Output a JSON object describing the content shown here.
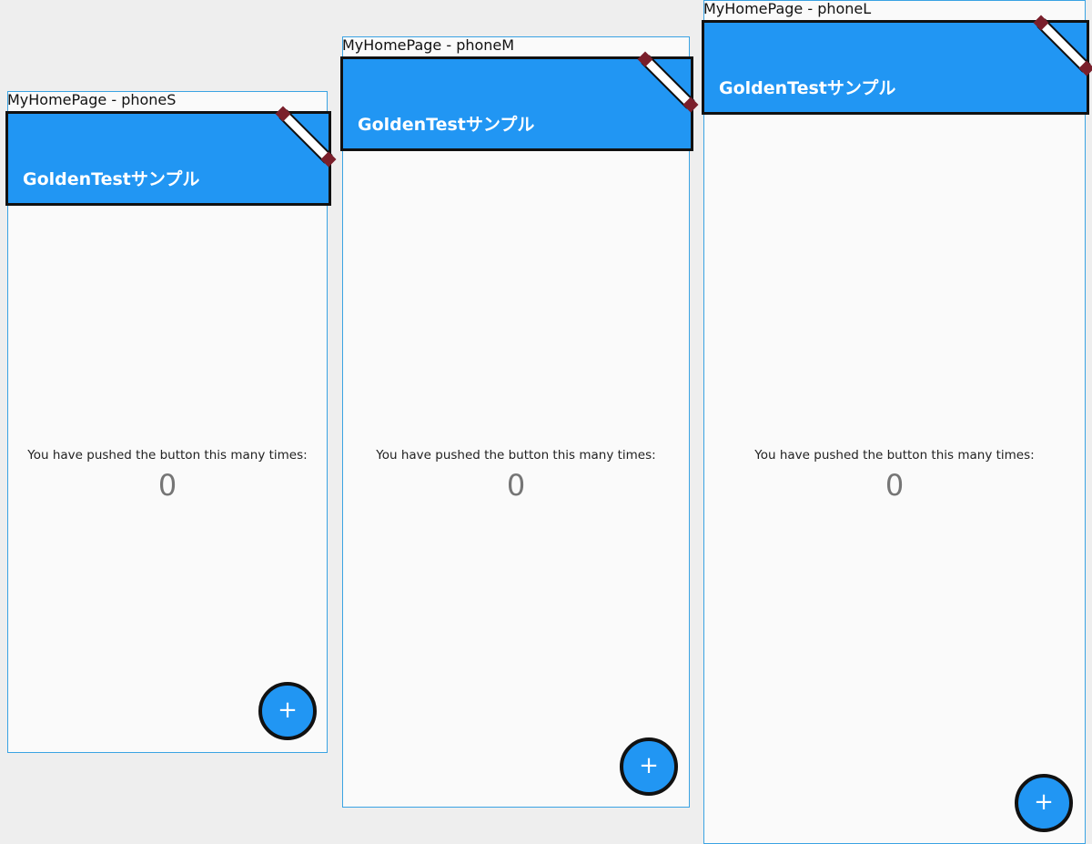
{
  "devices": [
    {
      "id": "phoneS",
      "label": "MyHomePage - phoneS",
      "appbar_title": "GoldenTestサンプル",
      "counter_caption": "You have pushed the button this many times:",
      "counter_value": "0",
      "fab_label": "+"
    },
    {
      "id": "phoneM",
      "label": "MyHomePage - phoneM",
      "appbar_title": "GoldenTestサンプル",
      "counter_caption": "You have pushed the button this many times:",
      "counter_value": "0",
      "fab_label": "+"
    },
    {
      "id": "phoneL",
      "label": "MyHomePage - phoneL",
      "appbar_title": "GoldenTestサンプル",
      "counter_caption": "You have pushed the button this many times:",
      "counter_value": "0",
      "fab_label": "+"
    }
  ],
  "colors": {
    "appbar": "#2196f3",
    "fab": "#2196f3",
    "frame_border": "#3aa3e3",
    "debug_banner": "#7a1f2b",
    "background": "#eeeeee",
    "screen": "#fafafa"
  }
}
